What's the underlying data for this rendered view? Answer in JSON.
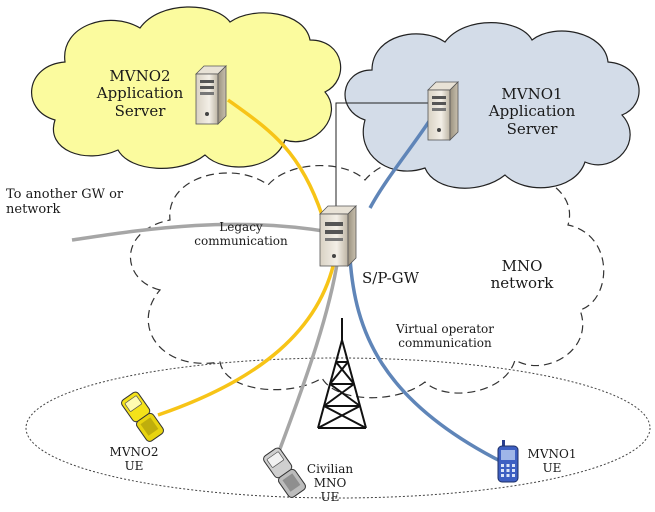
{
  "mvno2_server": {
    "line1": "MVNO2",
    "line2": "Application",
    "line3": "Server"
  },
  "mvno1_server": {
    "line1": "MVNO1",
    "line2": "Application",
    "line3": "Server"
  },
  "gateway_label": "S/P-GW",
  "mno_network": {
    "line1": "MNO",
    "line2": "network"
  },
  "another_gw": {
    "line1": "To another GW or",
    "line2": "network"
  },
  "legacy": {
    "line1": "Legacy",
    "line2": "communication"
  },
  "virtual": {
    "line1": "Virtual operator",
    "line2": "communication"
  },
  "mvno2_ue": {
    "line1": "MVNO2",
    "line2": "UE"
  },
  "civilian_ue": {
    "line1": "Civilian",
    "line2": "MNO",
    "line3": "UE"
  },
  "mvno1_ue": {
    "line1": "MVNO1",
    "line2": "UE"
  },
  "colors": {
    "mvno2_cloud": "#fbfb9e",
    "mvno1_cloud": "#d3dce8",
    "mvno2_link": "#f7c417",
    "mvno1_link": "#5f85b8",
    "legacy_link": "#a6a6a6"
  }
}
